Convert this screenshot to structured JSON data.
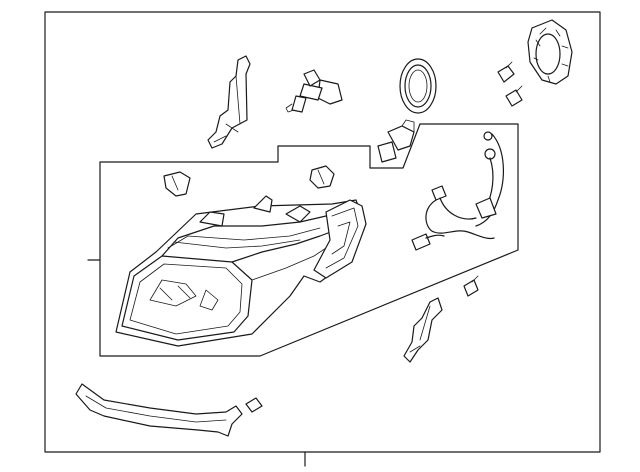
{
  "diagram": {
    "type": "exploded-parts-diagram",
    "labels": [],
    "parts": [
      {
        "name": "headlamp-assembly"
      },
      {
        "name": "mounting-bracket-upper"
      },
      {
        "name": "halogen-bulb"
      },
      {
        "name": "socket-seal-ring"
      },
      {
        "name": "dust-cover-cap"
      },
      {
        "name": "wedge-bulb"
      },
      {
        "name": "bulb-socket"
      },
      {
        "name": "wiring-harness"
      },
      {
        "name": "retainer-clip"
      },
      {
        "name": "lower-support-bracket"
      },
      {
        "name": "lower-trim-bracket"
      }
    ],
    "colors": {
      "line": "#1a1a1a",
      "background": "#ffffff"
    }
  }
}
